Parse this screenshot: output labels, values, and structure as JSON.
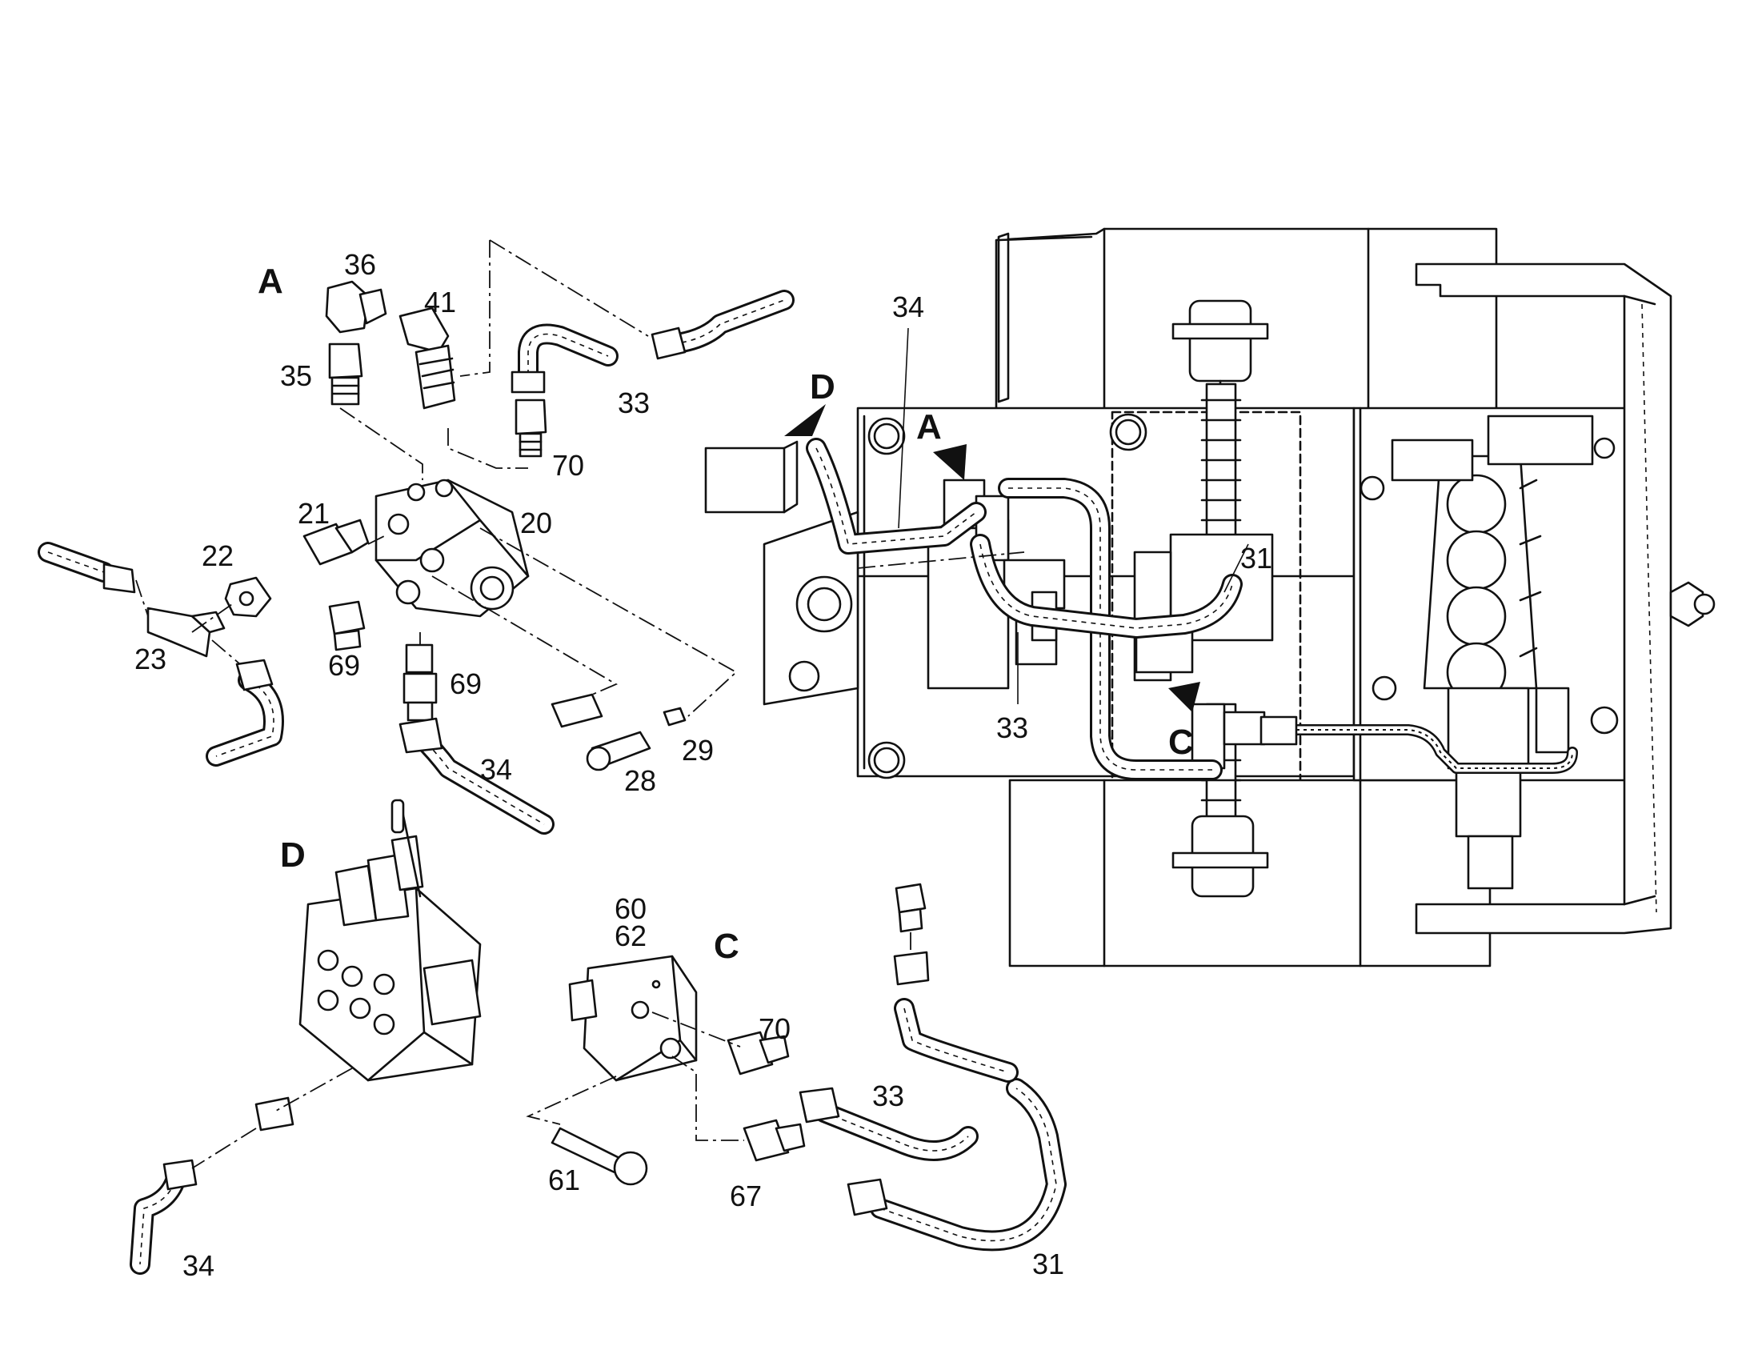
{
  "diagram": {
    "view_letters": {
      "a_detail": "A",
      "d_detail": "D",
      "c_detail": "C",
      "a_arrow": "A",
      "d_arrow": "D",
      "c_arrow": "C"
    },
    "callouts": {
      "p36": "36",
      "p41": "41",
      "p35": "35",
      "p33_a": "33",
      "p70_a": "70",
      "p21": "21",
      "p20": "20",
      "p22": "22",
      "p23": "23",
      "p69_l": "69",
      "p69_r": "69",
      "p34_a": "34",
      "p28": "28",
      "p29": "29",
      "p34_top": "34",
      "p31_top": "31",
      "p33_main": "33",
      "p60": "60",
      "p62": "62",
      "p70_c": "70",
      "p33_c": "33",
      "p61": "61",
      "p67": "67",
      "p31_c": "31",
      "p34_d": "34"
    }
  }
}
